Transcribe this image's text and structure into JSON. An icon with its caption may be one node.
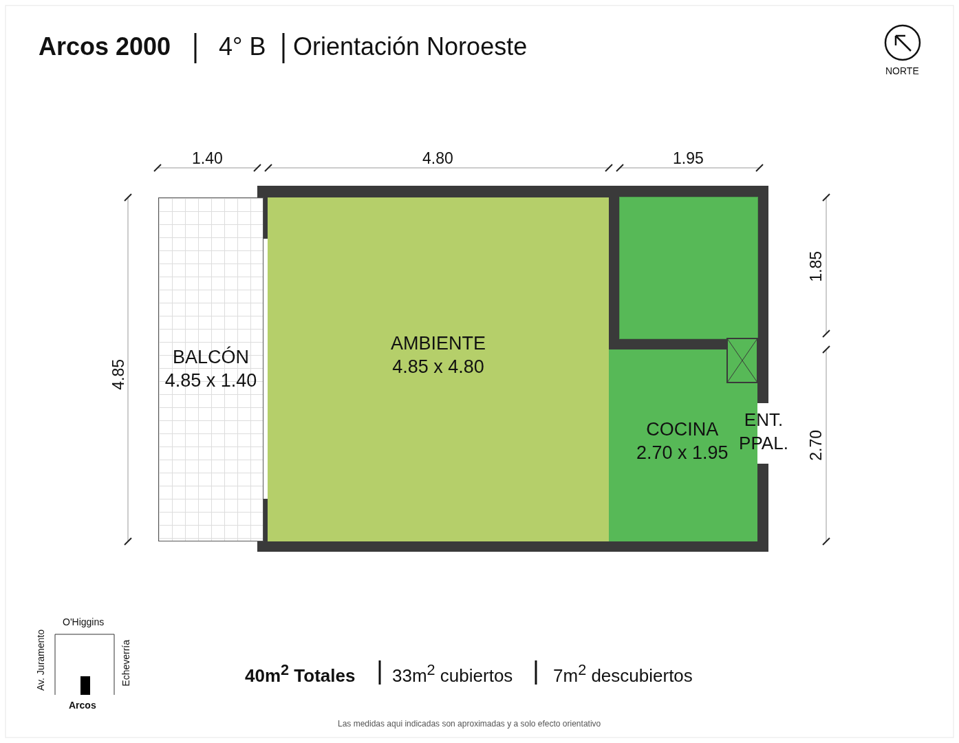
{
  "diagram": {
    "nodes": [
      {
        "text": [
          "BALCÓN",
          "4.85 x 1.40"
        ]
      },
      {
        "text": [
          "AMBIENTE",
          "4.85 x 4.80"
        ]
      },
      {
        "text": [],
        "shape": "box"
      },
      {
        "text": [
          "COCINA",
          "2.70 x 1.95"
        ]
      }
    ],
    "edges": [],
    "labels": [
      "Arcos 2000",
      "4° B",
      "Orientación Noroeste",
      "NORTE",
      "1.40",
      "4.80",
      "1.95",
      "4.85",
      "1.85",
      "ENT. PPAL.",
      "2.70",
      "O'Higgins",
      "Av. Juramento",
      "Echeverría",
      "Arcos",
      "40m$^{2}$ Totales",
      "33m$^{2}$ cubiertos",
      "7m$^{2}$ descubiertos",
      "Las medidas aqui indicadas son aproximadas y a solo efecto orientativo"
    ]
  }
}
